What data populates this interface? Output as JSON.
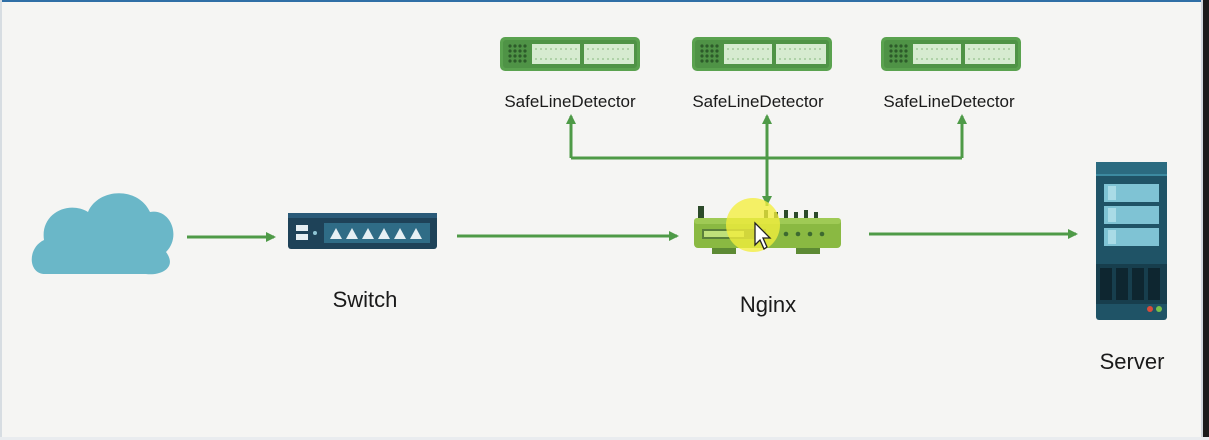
{
  "diagram": {
    "nodes": {
      "switch": {
        "label": "Switch"
      },
      "nginx": {
        "label": "Nginx"
      },
      "server": {
        "label": "Server"
      },
      "detectors": [
        {
          "label": "SafeLineDetector"
        },
        {
          "label": "SafeLineDetector"
        },
        {
          "label": "SafeLineDetector"
        }
      ]
    },
    "colors": {
      "arrow": "#4e9a47",
      "cloud": "#6ab7c8",
      "switch_body": "#1e4258",
      "server_body": "#1f5366",
      "detector_body": "#5aa24f",
      "nginx_body": "#8ab942",
      "cursor_highlight": "#f4ee3c"
    },
    "icons": [
      "cloud-icon",
      "switch-icon",
      "nginx-router-icon",
      "server-icon",
      "detector-icon",
      "mouse-cursor-icon"
    ]
  }
}
